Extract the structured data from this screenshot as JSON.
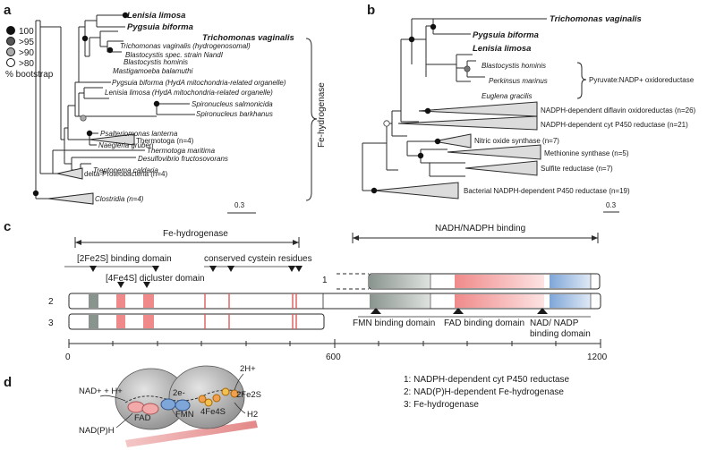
{
  "panels": {
    "a": "a",
    "b": "b",
    "c": "c",
    "d": "d"
  },
  "panel_a": {
    "legend": {
      "items": [
        {
          "label": "100",
          "color": "#111111"
        },
        {
          "label": ">95",
          "color": "#555555"
        },
        {
          "label": ">90",
          "color": "#aaaaaa"
        },
        {
          "label": ">80",
          "color": "#ffffff"
        }
      ],
      "caption": "% bootstrap"
    },
    "taxa": [
      "Lenisia limosa",
      "Pygsuia biforma",
      "Trichomonas vaginalis",
      "Trichomonas vaginalis (hydrogenosomal)",
      "Blastocystis spec. strain NandI",
      "Blastocystis hominis",
      "Mastigamoeba balamuthi",
      "Pygsuia biforma (HydA mitochondria-related organelle)",
      "Lenisia limosa (HydA mitochondria-related organelle)",
      "Spironucleus salmonicida",
      "Spironucleus barkhanus",
      "Psalteriomonas lanterna",
      "Naegleria gruberi",
      "Thermotoga (n=4)",
      "Thermotoga maritima",
      "Desulfovibrio fructosovorans",
      "Treptonema caldaria",
      "delta-Proteobacteria (n=4)",
      "Clostridia (n=4)"
    ],
    "bracket_label": "Fe-hydrogenase",
    "scale": "0.3"
  },
  "panel_b": {
    "taxa": [
      "Trichomonas vaginalis",
      "Pygsuia biforma",
      "Lenisia limosa",
      "Blastocystis hominis",
      "Perkinsus marinus",
      "Euglena gracilis",
      "NADPH-dependent diflavin oxidoreductas (n=26)",
      "NADPH-dependent cyt P450 reductase (n=21)",
      "Nitric oxide synthase (n=7)",
      "Methionine synthase (n=5)",
      "Sulfite reductase (n=7)",
      "Bacterial NADPH-dependent P450 reductase (n=19)"
    ],
    "bracket_label": "Pyruvate:NADP+ oxidoreductase",
    "scale": "0.3"
  },
  "panel_c": {
    "fe_hydrogenase_label": "Fe-hydrogenase",
    "nadh_label": "NADH/NADPH binding",
    "domain_labels": [
      "[2Fe2S] binding domain",
      "[4Fe4S] dicluster domain",
      "conserved cystein residues"
    ],
    "bottom_labels": [
      "FMN binding domain",
      "FAD binding domain",
      "NAD/ NADP",
      "binding domain"
    ],
    "row_labels": [
      "1",
      "2",
      "3"
    ],
    "axis_ticks": [
      "0",
      "600",
      "1200"
    ],
    "colors": {
      "gray": "#8a948e",
      "red": "#f08a8a",
      "blue": "#7ea6d8"
    }
  },
  "panel_d": {
    "labels": [
      "NAD+ + H+",
      "2e-",
      "2H+",
      "2Fe2S",
      "4Fe4S",
      "FMN",
      "FAD",
      "H2",
      "NAD(P)H"
    ],
    "legend": [
      "1: NADPH-dependent cyt P450 reductase",
      "2: NAD(P)H-dependent Fe-hydrogenase",
      "3: Fe-hydrogenase"
    ]
  }
}
